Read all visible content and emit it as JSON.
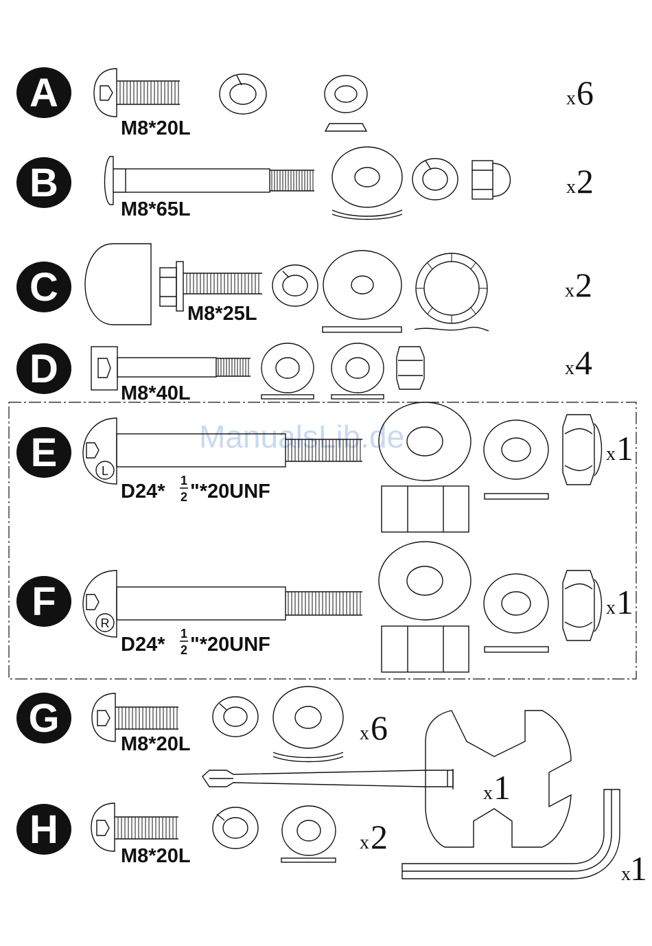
{
  "watermark": "ManualsLib.de",
  "quantity_prefix": "x",
  "parts": [
    {
      "letter": "A",
      "size": "M8*20L",
      "qty": "6"
    },
    {
      "letter": "B",
      "size": "M8*65L",
      "qty": "2"
    },
    {
      "letter": "C",
      "size": "M8*25L",
      "qty": "2"
    },
    {
      "letter": "D",
      "size": "M8*40L",
      "qty": "4"
    },
    {
      "letter": "E",
      "size_pre": "D24*",
      "frac_num": "1",
      "frac_den": "2",
      "size_post": "\"*20UNF",
      "side": "L",
      "qty": "1"
    },
    {
      "letter": "F",
      "size_pre": "D24*",
      "frac_num": "1",
      "frac_den": "2",
      "size_post": "\"*20UNF",
      "side": "R",
      "qty": "1"
    },
    {
      "letter": "G",
      "size": "M8*20L",
      "qty": "6"
    },
    {
      "letter": "H",
      "size": "M8*20L",
      "qty": "2"
    }
  ],
  "tools": [
    {
      "name": "spanner-screwdriver",
      "qty": "1"
    },
    {
      "name": "allen-key",
      "qty": "1"
    }
  ]
}
